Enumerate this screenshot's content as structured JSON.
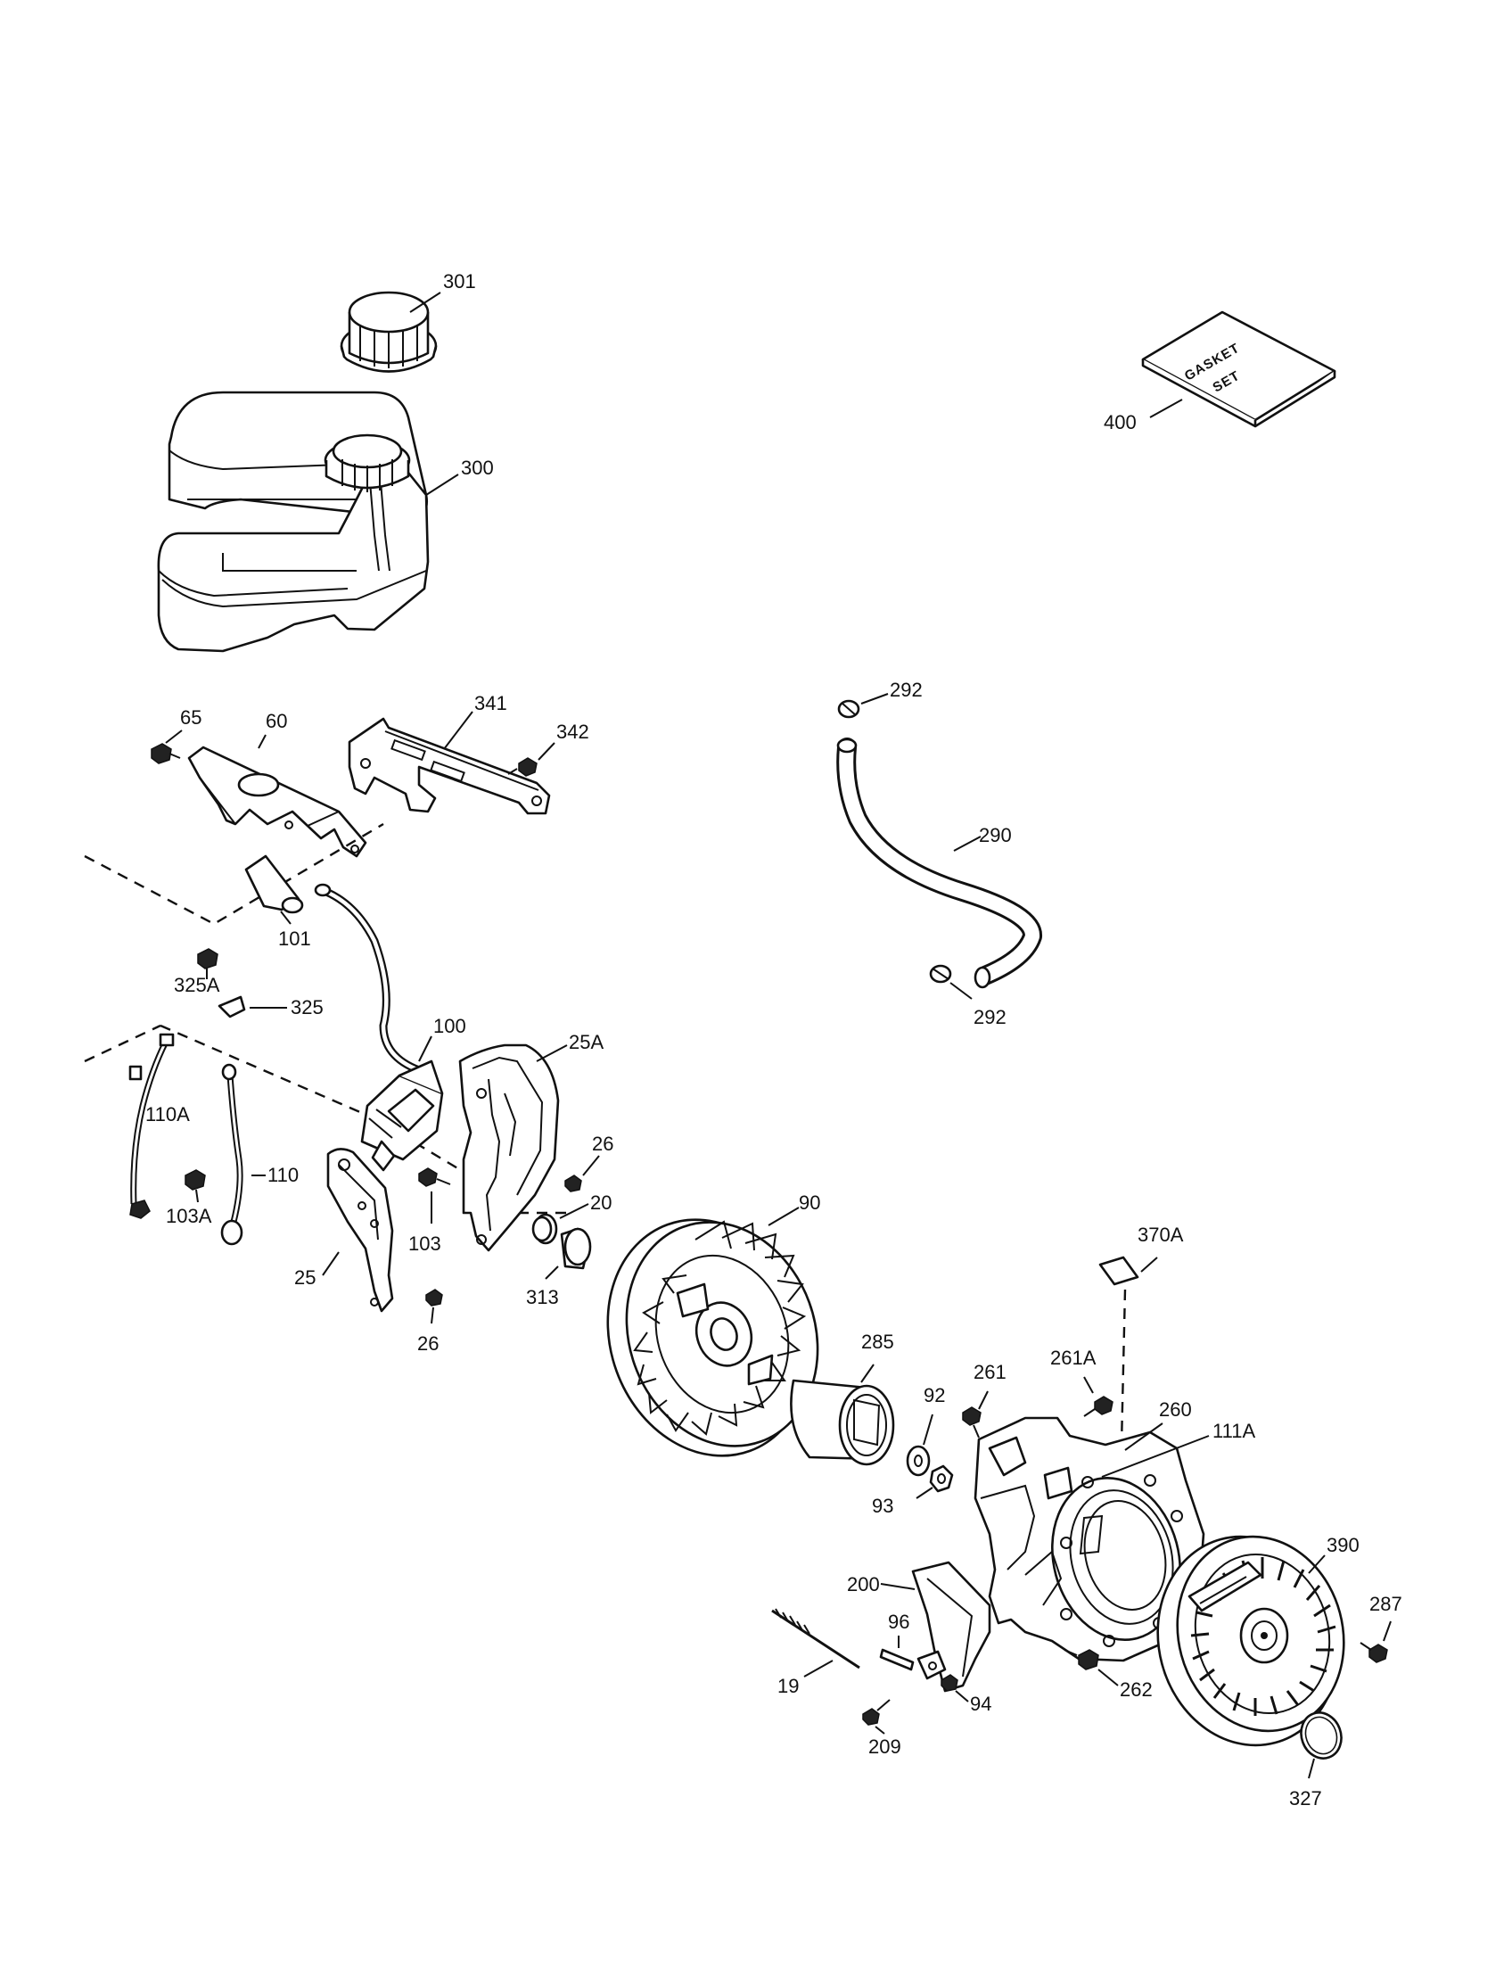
{
  "parts": {
    "p301": "301",
    "p300": "300",
    "p400": "400",
    "gasket_set_line1": "GASKET",
    "gasket_set_line2": "SET",
    "p65": "65",
    "p60": "60",
    "p341": "341",
    "p342": "342",
    "p292_top": "292",
    "p292_bottom": "292",
    "p290": "290",
    "p101": "101",
    "p325A": "325A",
    "p325": "325",
    "p100": "100",
    "p25A": "25A",
    "p110A": "110A",
    "p110": "110",
    "p103A": "103A",
    "p26_top": "26",
    "p20": "20",
    "p103": "103",
    "p25": "25",
    "p26_bottom": "26",
    "p313": "313",
    "p90": "90",
    "p370A": "370A",
    "p285": "285",
    "p92": "92",
    "p261": "261",
    "p261A": "261A",
    "p260": "260",
    "p111A": "111A",
    "p93": "93",
    "p390": "390",
    "p200": "200",
    "p287": "287",
    "p96": "96",
    "p19": "19",
    "p262": "262",
    "p94": "94",
    "p209": "209",
    "p327": "327"
  }
}
